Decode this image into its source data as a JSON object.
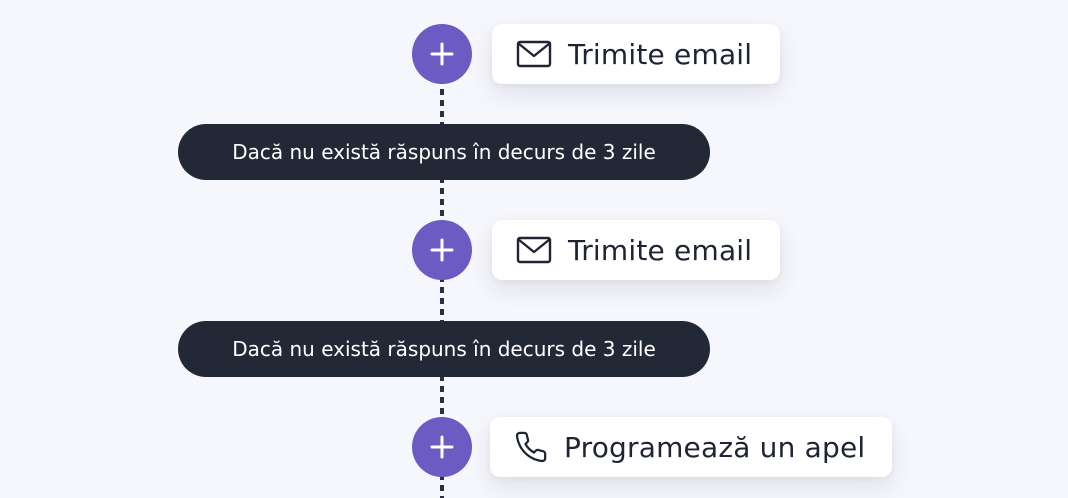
{
  "steps": [
    {
      "label": "Trimite email",
      "icon": "mail-icon"
    },
    {
      "label": "Trimite email",
      "icon": "mail-icon"
    },
    {
      "label": "Programează un apel",
      "icon": "phone-icon"
    }
  ],
  "conditions": [
    {
      "label": "Dacă nu există răspuns în decurs de 3 zile"
    },
    {
      "label": "Dacă nu există răspuns în decurs de 3 zile"
    }
  ],
  "colors": {
    "accent": "#6b5bc3",
    "condition_bg": "#232837",
    "background": "#f6f7fc",
    "card_bg": "#ffffff",
    "text": "#1f2435"
  }
}
